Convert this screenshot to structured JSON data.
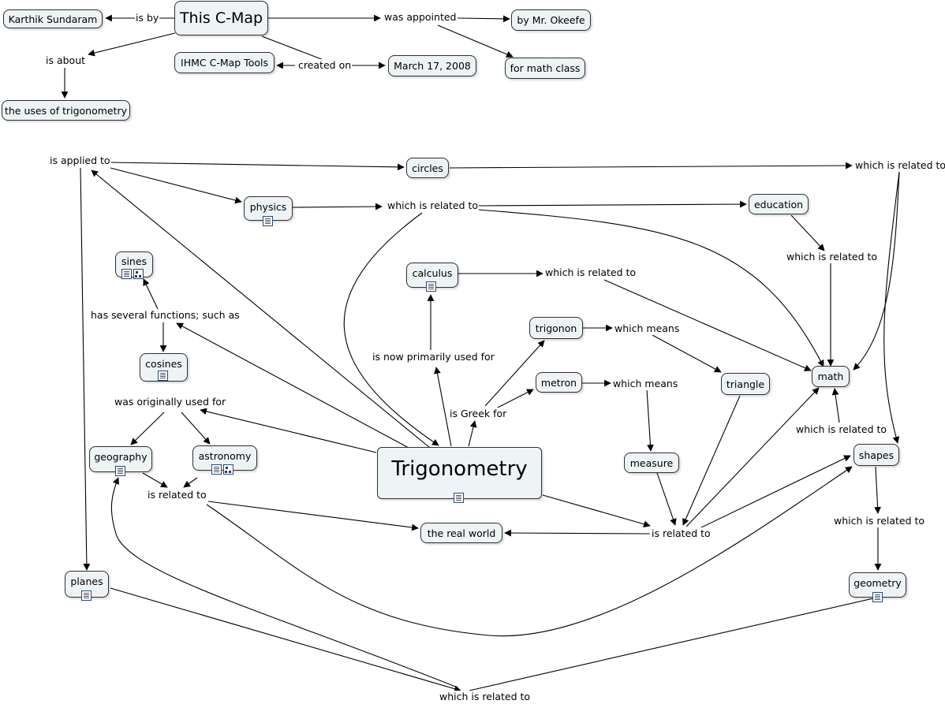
{
  "concepts": {
    "this_cmap": "This C-Map",
    "karthik": "Karthik Sundaram",
    "mr_okeefe": "by Mr. Okeefe",
    "math_class": "for math class",
    "ihmc": "IHMC C-Map Tools",
    "date": "March 17, 2008",
    "uses_trig": "the uses of trigonometry",
    "circles": "circles",
    "physics": "physics",
    "education": "education",
    "sines": "sines",
    "calculus": "calculus",
    "cosines": "cosines",
    "trigonon": "trigonon",
    "metron": "metron",
    "math": "math",
    "triangle": "triangle",
    "geography": "geography",
    "astronomy": "astronomy",
    "trigonometry": "Trigonometry",
    "measure": "measure",
    "shapes": "shapes",
    "real_world": "the real world",
    "planes": "planes",
    "geometry": "geometry"
  },
  "phrases": {
    "is_by": "is by",
    "was_appointed": "was appointed",
    "is_about": "is about",
    "created_on": "created on",
    "is_applied_to": "is applied to",
    "wirt_circles": "which is related to",
    "wirt_physics": "which is related to",
    "wirt_education": "which is related to",
    "has_functions": "has several functions; such as",
    "wirt_calculus": "which is related to",
    "now_used_for": "is now primarily used for",
    "means_trigonon": "which means",
    "means_metron": "which means",
    "originally_used": "was originally used for",
    "is_greek_for": "is Greek for",
    "wirt_math": "which is related to",
    "related_left": "is related to",
    "related_right": "is related to",
    "wirt_shapes": "which is related to",
    "wirt_bottom": "which is related to"
  },
  "resource_icons": [
    "document-icon",
    "cmap-link-icon"
  ],
  "colors": {
    "concept_fill": "#eef3f5",
    "border": "#2f2f2f",
    "edge": "#000000"
  }
}
